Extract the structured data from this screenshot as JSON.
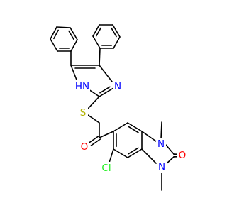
{
  "colors": {
    "bond": "#000000",
    "carbon": "#000000",
    "nitrogen": "#0000ff",
    "oxygen": "#ff0000",
    "sulfur": "#b2b200",
    "chlorine": "#1fef1f",
    "background": "#ffffff"
  },
  "atom_labels": {
    "nh": "HN",
    "n_imidazole": "N",
    "s": "S",
    "o_ketone": "O",
    "cl": "Cl",
    "n1": "N",
    "n3": "N",
    "o_urea": "O"
  }
}
